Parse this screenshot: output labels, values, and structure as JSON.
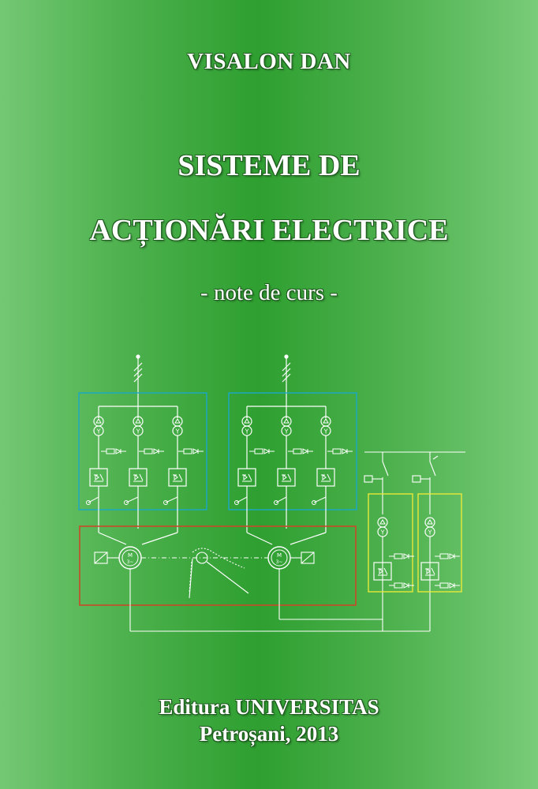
{
  "author": "VISALON DAN",
  "title_line1": "SISTEME DE",
  "title_line2": "ACȚIONĂRI ELECTRICE",
  "subtitle": "- note de curs -",
  "publisher": "Editura UNIVERSITAS",
  "place_year": "Petroșani, 2013",
  "diagram": {
    "motor_label_1": "M",
    "motor_label_2": "3~",
    "colors": {
      "line": "#ffffff",
      "group_box": "#1aa8c8",
      "mechanical_box": "#c84a28",
      "aux_box": "#e8e83a"
    }
  }
}
